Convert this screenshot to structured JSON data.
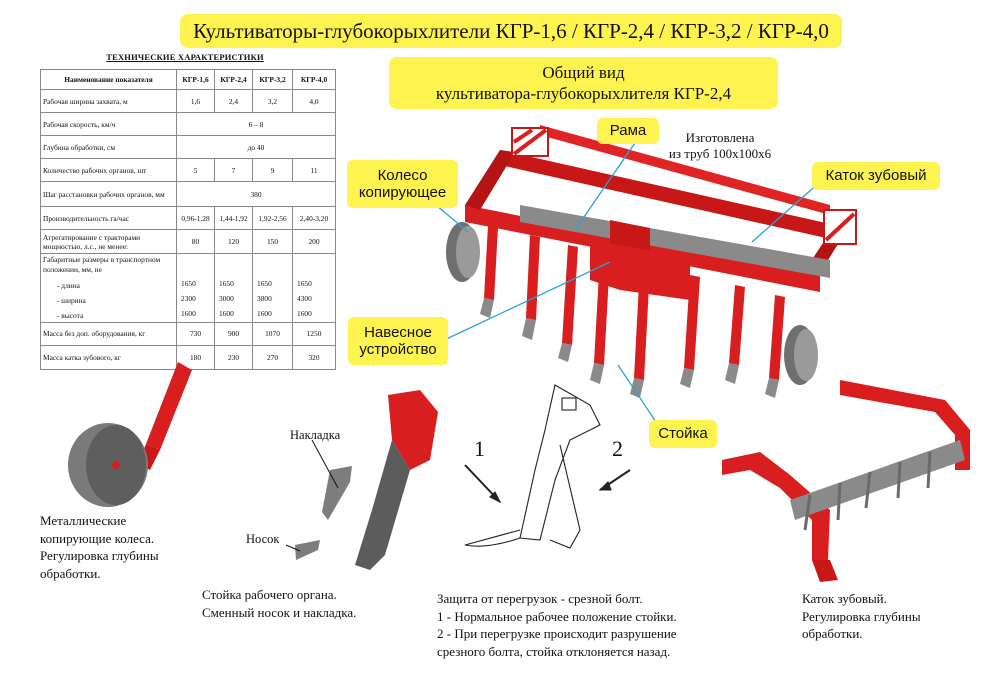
{
  "title": "Культиваторы-глубокорыхлители КГР-1,6 / КГР-2,4 / КГР-3,2 / КГР-4,0",
  "general_view": {
    "line1": "Общий вид",
    "line2": "культиватора-глубокорыхлителя КГР-2,4"
  },
  "specs": {
    "title": "ТЕХНИЧЕСКИЕ ХАРАКТЕРИСТИКИ",
    "headers": [
      "Наименование показателя",
      "КГР-1,6",
      "КГР-2,4",
      "КГР-3,2",
      "КГР-4,0"
    ],
    "rows": [
      {
        "name": "Рабочая ширина захвата, м",
        "values": [
          "1,6",
          "2,4",
          "3,2",
          "4,0"
        ]
      },
      {
        "name": "Рабочая скорость, км/ч",
        "span": "6 – 8"
      },
      {
        "name": "Глубина обработки, см",
        "span": "до 40"
      },
      {
        "name": "Количество рабочих органов, шт",
        "values": [
          "5",
          "7",
          "9",
          "11"
        ]
      },
      {
        "name": "Шаг расстановки рабочих органов, мм",
        "span": "380"
      },
      {
        "name": "Производительность га/час",
        "values": [
          "0,96-1,28",
          "1,44-1,92",
          "1,92-2,56",
          "2,40-3,20"
        ]
      },
      {
        "name": "Агрегатирование с тракторами мощностью, л.с., не менее:",
        "values": [
          "80",
          "120",
          "150",
          "200"
        ]
      },
      {
        "name": "Габаритные размеры в транспортном положении, мм, не",
        "sub": [
          "- длина",
          "- ширина",
          "- высота"
        ],
        "subvalues": [
          [
            "1650",
            "1650",
            "1650",
            "1650"
          ],
          [
            "2300",
            "3000",
            "3800",
            "4300"
          ],
          [
            "1600",
            "1600",
            "1600",
            "1600"
          ]
        ]
      },
      {
        "name": "Масса без доп. оборудования, кг",
        "values": [
          "730",
          "900",
          "1070",
          "1250"
        ]
      },
      {
        "name": "Масса катка зубового, кг",
        "values": [
          "180",
          "230",
          "270",
          "320"
        ]
      }
    ]
  },
  "labels": {
    "frame": "Рама",
    "frame_note_line1": "Изготовлена",
    "frame_note_line2": "из труб 100х100х6",
    "copy_wheel_line1": "Колесо",
    "copy_wheel_line2": "копирующее",
    "tooth_roller": "Каток зубовый",
    "hitch_line1": "Навесное",
    "hitch_line2": "устройство",
    "stand": "Стойка",
    "overlay": "Накладка",
    "nose": "Носок",
    "num1": "1",
    "num2": "2"
  },
  "captions": {
    "wheels": [
      "Металлические",
      "копирующие колеса.",
      "Регулировка глубины",
      "обработки."
    ],
    "stand": [
      "Стойка рабочего органа.",
      "Сменный носок и накладка."
    ],
    "protection": [
      "Защита от перегрузок - срезной болт.",
      "1 - Нормальное рабочее положение стойки.",
      "2 - При перегрузке происходит разрушение",
      "срезного болта, стойка отклоняется назад."
    ],
    "roller": [
      "Каток зубовый.",
      "Регулировка глубины",
      "обработки."
    ]
  },
  "colors": {
    "banner": "#fff34f",
    "machine_red": "#d81e1e",
    "leader_line": "#29a3d8"
  }
}
